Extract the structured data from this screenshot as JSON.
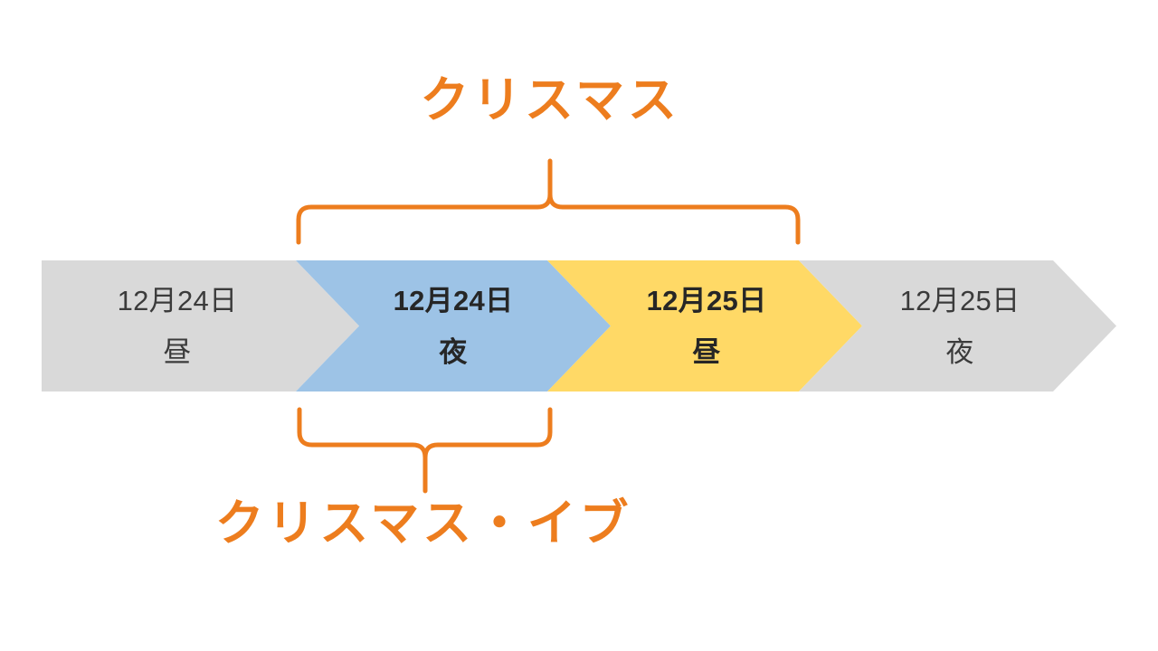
{
  "diagram": {
    "title_top": "クリスマス",
    "title_bottom": "クリスマス・イブ",
    "accent_color": "#ED7D1E",
    "background_color": "#FFFFFF"
  },
  "timeline": {
    "segments": [
      {
        "id": "dec24-day",
        "date": "12月24日",
        "part": "昼",
        "color": "#D9D9D9",
        "text_color": "#3B3B3B",
        "emphasis": false
      },
      {
        "id": "dec24-night",
        "date": "12月24日",
        "part": "夜",
        "color": "#9DC3E6",
        "text_color": "#262626",
        "emphasis": true
      },
      {
        "id": "dec25-day",
        "date": "12月25日",
        "part": "昼",
        "color": "#FFD966",
        "text_color": "#262626",
        "emphasis": true
      },
      {
        "id": "dec25-night",
        "date": "12月25日",
        "part": "夜",
        "color": "#D9D9D9",
        "text_color": "#3B3B3B",
        "emphasis": false
      }
    ]
  },
  "braces": {
    "top": {
      "label": "クリスマス",
      "spans_segments": [
        "dec24-night",
        "dec25-day"
      ],
      "direction": "up"
    },
    "bottom": {
      "label": "クリスマス・イブ",
      "spans_segments": [
        "dec24-night"
      ],
      "direction": "down"
    }
  }
}
